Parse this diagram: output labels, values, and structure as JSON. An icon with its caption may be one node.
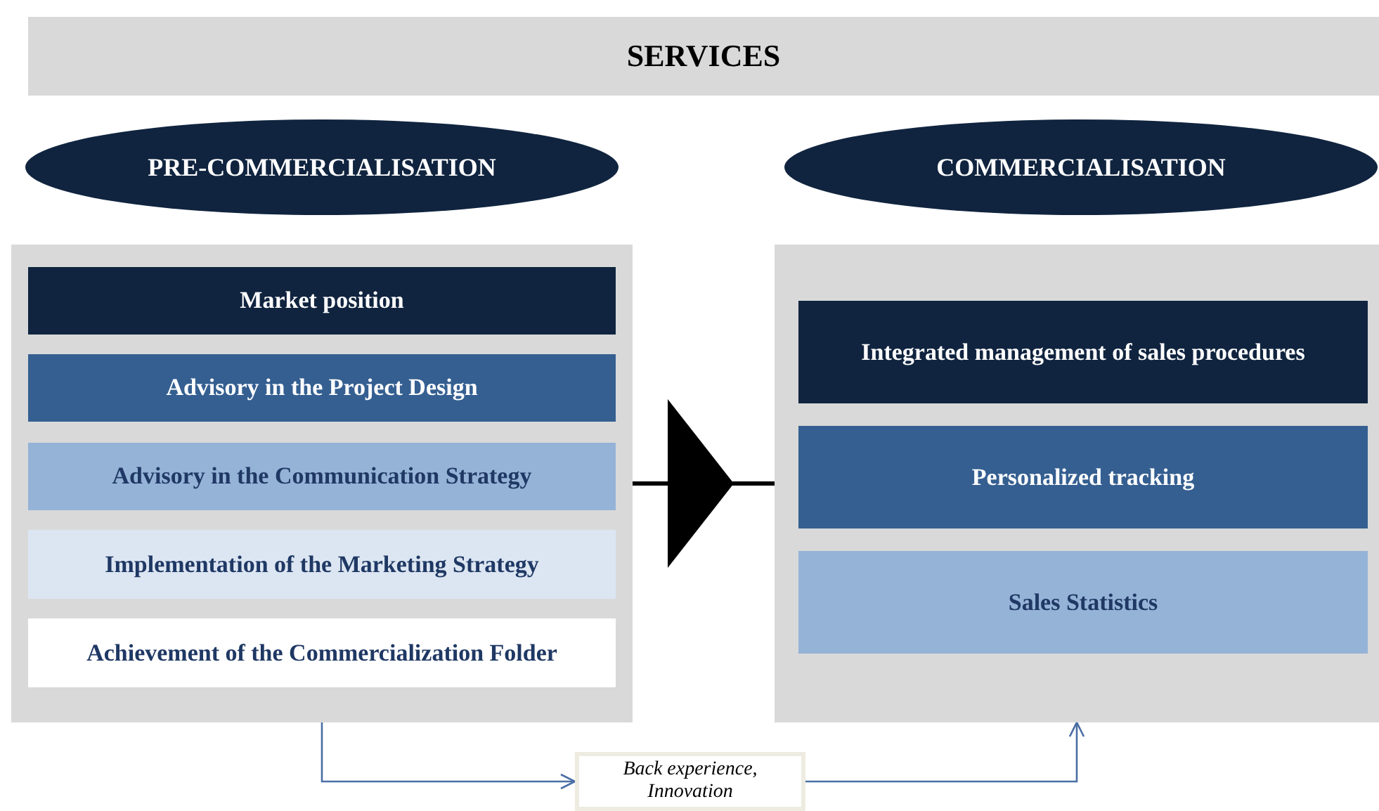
{
  "diagram": {
    "nodes": [
      {
        "text": [
          "SERVICES"
        ]
      },
      {
        "text": [
          "PRE-COMMERCIALISATION"
        ]
      },
      {
        "text": [
          "COMMERCIALISATION"
        ]
      },
      {
        "text": [],
        "shape": "box"
      },
      {
        "text": [
          "Market position"
        ],
        "in": 3
      },
      {
        "text": [
          "Advisory in the Project Design"
        ],
        "in": 3
      },
      {
        "text": [
          "Advisory in the Communication Strategy"
        ],
        "in": 3
      },
      {
        "text": [
          "Implementation of the Marketing Strategy"
        ],
        "in": 3
      },
      {
        "text": [
          "Achievement of the Commercialization Folder"
        ],
        "in": 3
      },
      {
        "text": [],
        "shape": "box"
      },
      {
        "text": [
          "Integrated management of sales procedures"
        ],
        "in": 9
      },
      {
        "text": [
          "Personalized tracking"
        ],
        "in": 9
      },
      {
        "text": [
          "Sales Statistics"
        ],
        "in": 9
      },
      {
        "text": [
          "Back experience, Innovation"
        ]
      }
    ],
    "edges": [
      {
        "from": 3,
        "to": 9,
        "arrow": "to",
        "style": "thick",
        "color": "#000000"
      },
      {
        "from": 3,
        "to": 13,
        "arrow": "to"
      },
      {
        "from": 13,
        "to": 9,
        "arrow": "to"
      }
    ]
  }
}
